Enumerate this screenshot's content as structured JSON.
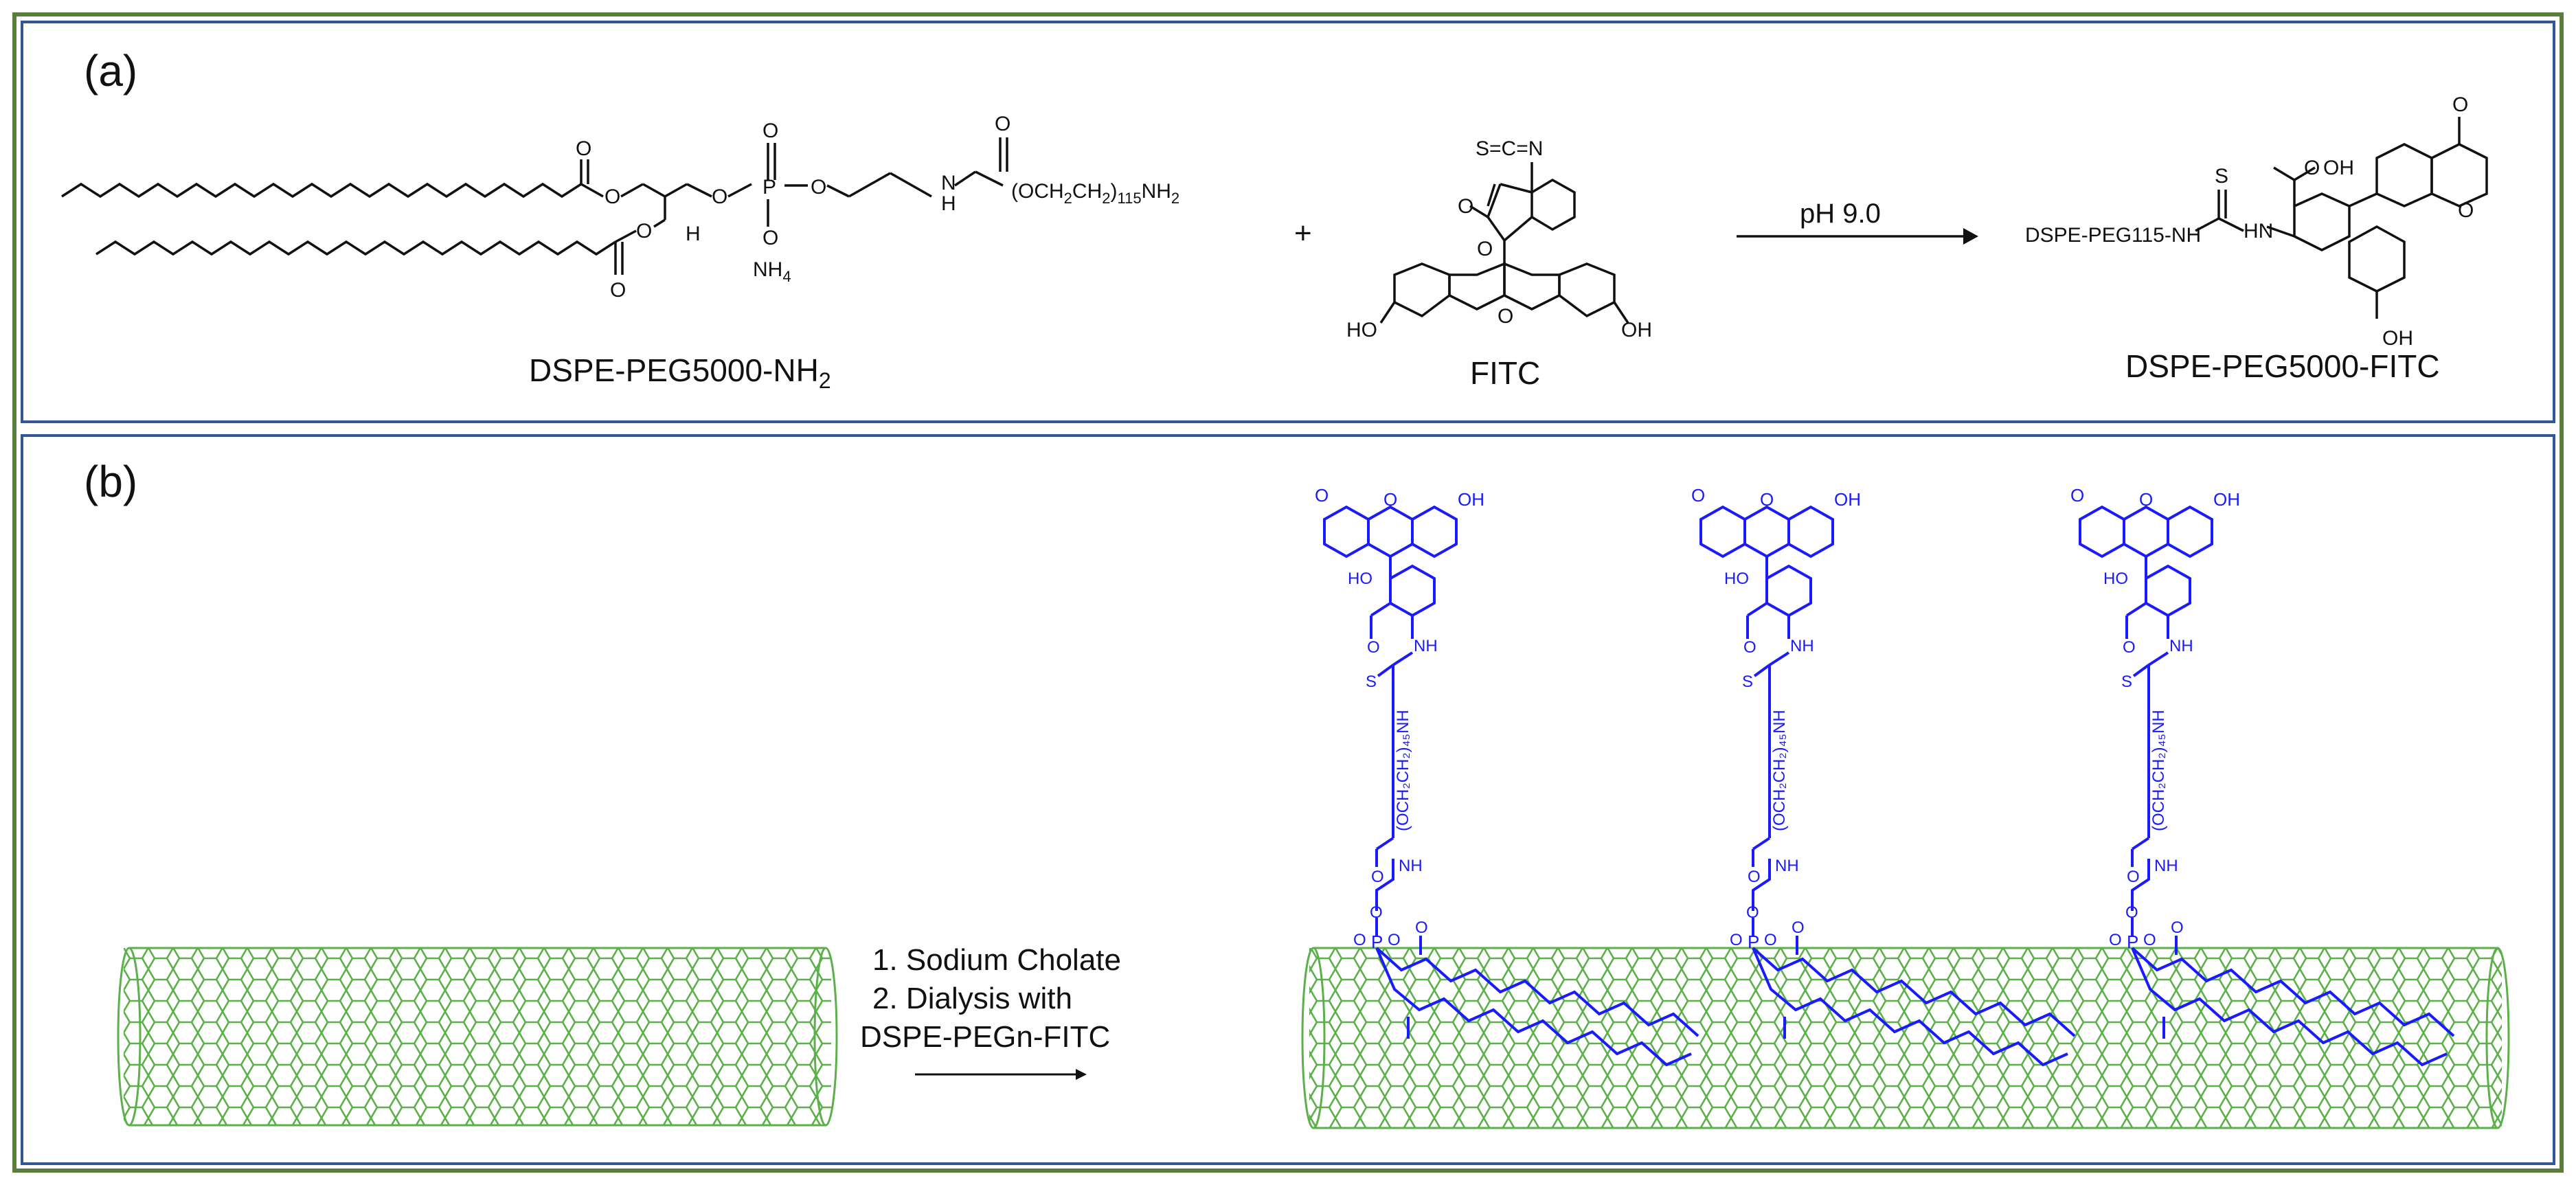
{
  "panel_a": {
    "label": "(a)",
    "reactant1": {
      "name_main": "DSPE-PEG5000-NH",
      "name_sub": "2",
      "atom_O1": "O",
      "atom_O2": "O",
      "atom_O3": "O",
      "atom_O4": "O",
      "atom_O5": "O",
      "atom_O6": "O",
      "atom_O7": "O",
      "atom_O8": "O",
      "atom_P": "P",
      "atom_H": "H",
      "atom_N": "N",
      "atom_H2": "H",
      "atom_NH4": "NH",
      "atom_NH4_sub": "4",
      "peg_chain": "(OCH",
      "peg_sub1": "2",
      "peg_mid": "CH",
      "peg_sub2": "2",
      "peg_close": ")",
      "peg_n": "115",
      "peg_end": "NH",
      "peg_end_sub": "2"
    },
    "plus": "+",
    "reactant2": {
      "name": "FITC",
      "isothiocyanate": "S=C=N",
      "atom_O_carbonyl": "O",
      "atom_O_ring": "O",
      "atom_O_xanthene": "O",
      "ho_left": "HO",
      "oh_right": "OH"
    },
    "condition": "pH 9.0",
    "product": {
      "name": "DSPE-PEG5000-FITC",
      "prefix": "DSPE-PEG115-NH",
      "thio_S": "S",
      "hn": "HN",
      "acid_O": "O",
      "acid_OH": "OH",
      "ketone_O": "O",
      "ring_O": "O",
      "oh": "OH"
    }
  },
  "panel_b": {
    "label": "(b)",
    "steps": [
      "1. Sodium Cholate",
      "2. Dialysis with",
      "DSPE-PEGn-FITC"
    ],
    "conjugate_labels": {
      "oh": "OH",
      "ho": "HO",
      "o": "O",
      "nh": "NH",
      "s": "S",
      "peg": "(OCH₂CH₂)₄₅NH",
      "nh2": "NH",
      "p": "P"
    },
    "conjugate_count": 3
  },
  "colors": {
    "frame_outer": "#5a7d3b",
    "frame_inner": "#33559a",
    "nanotube": "#5cb04a",
    "conjugate": "#1a1aff",
    "ink": "#111111"
  }
}
